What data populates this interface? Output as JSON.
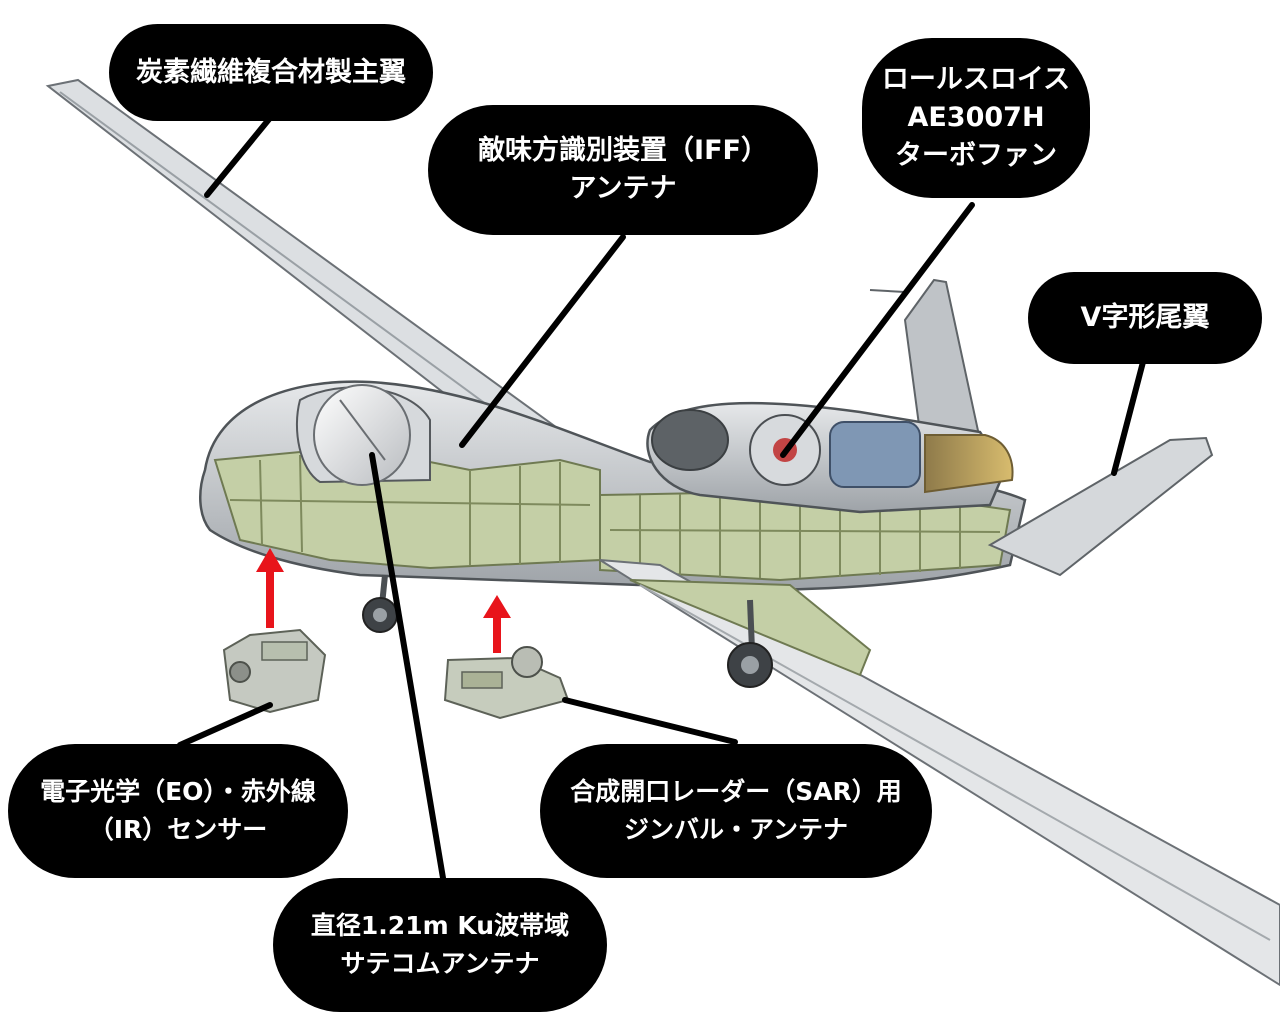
{
  "labels": {
    "wing": [
      "炭素繊維複合材製主翼"
    ],
    "iff": [
      "敵味方識別装置（IFF）",
      "アンテナ"
    ],
    "engine": [
      "ロールスロイス",
      "AE3007H",
      "ターボファン"
    ],
    "tail": [
      "V字形尾翼"
    ],
    "eo_ir": [
      "電子光学（EO）・赤外線",
      "（IR）センサー"
    ],
    "satcom": [
      "直径1.21m Ku波帯域",
      "サテコムアンテナ"
    ],
    "sar": [
      "合成開口レーダー（SAR）用",
      "ジンバル・アンテナ"
    ]
  },
  "colors": {
    "callout_bg": "#000000",
    "callout_text": "#ffffff",
    "leader_line": "#000000",
    "arrow": "#e8141b",
    "airframe": "#c9ccd0",
    "structure": "#c4cfa6",
    "engine_blue": "#7f97b4",
    "exhaust_gold": "#c6a75e"
  }
}
